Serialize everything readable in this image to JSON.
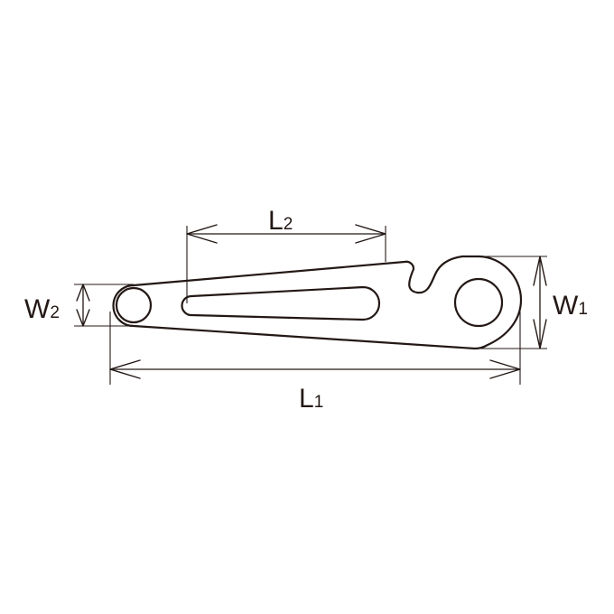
{
  "dimensions": {
    "L1": {
      "letter": "L",
      "index": "1"
    },
    "L2": {
      "letter": "L",
      "index": "2"
    },
    "W1": {
      "letter": "W",
      "index": "1"
    },
    "W2": {
      "letter": "W",
      "index": "2"
    }
  },
  "colors": {
    "ink": "#231815",
    "background": "#ffffff"
  }
}
